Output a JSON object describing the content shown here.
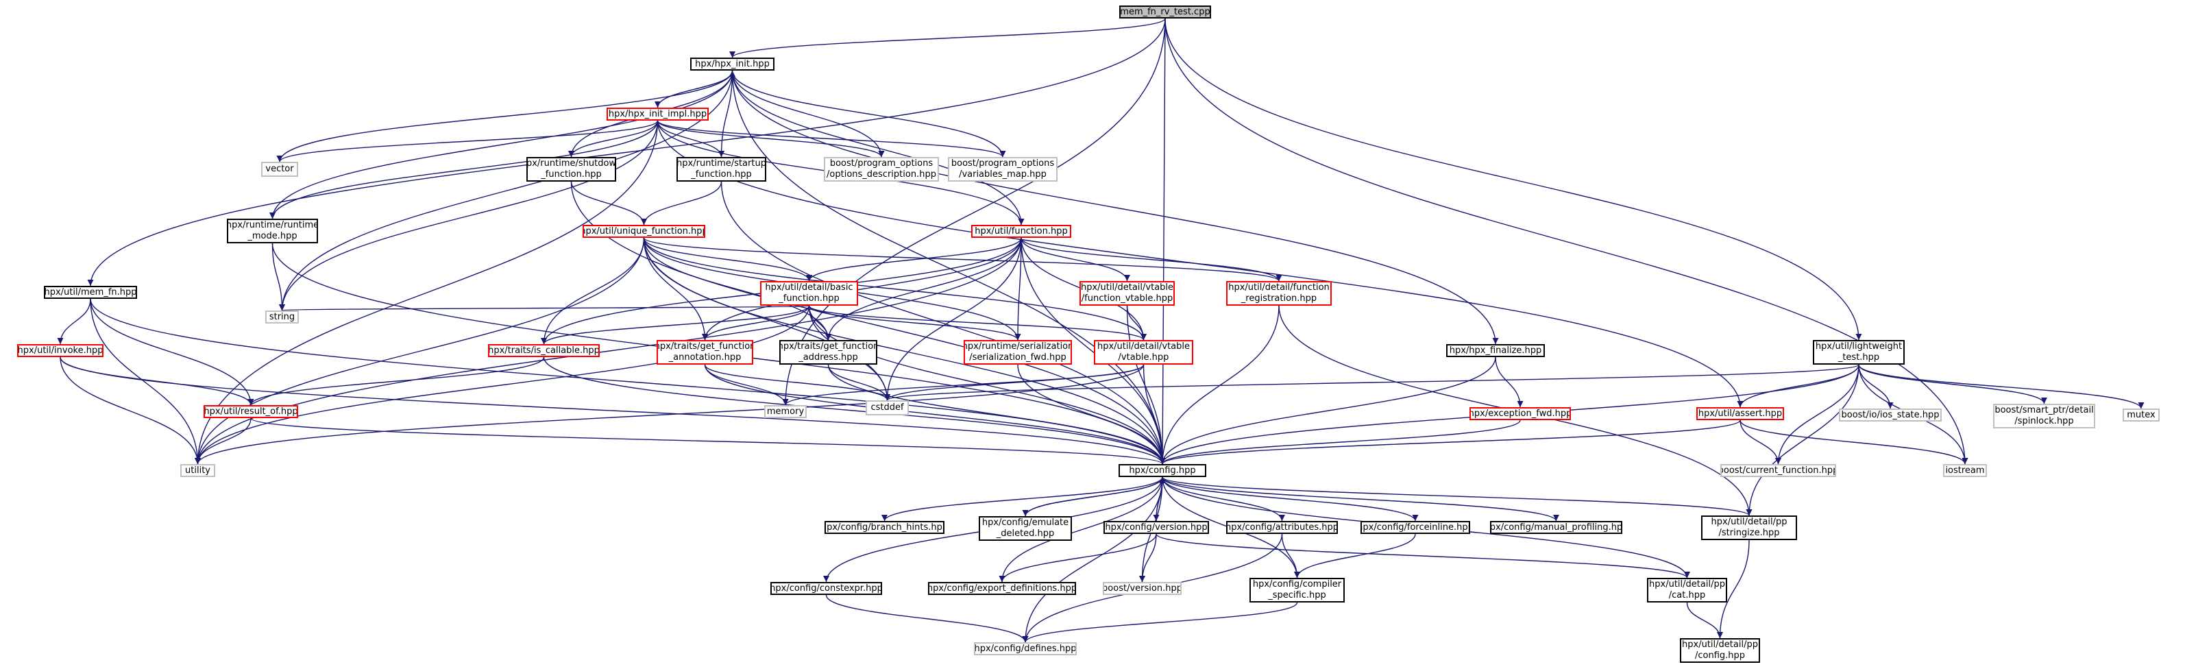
{
  "colors": {
    "edge": "#191970",
    "sys_edge": "#191970",
    "red_border": "#ff0000",
    "gray_border": "#bfbfbf",
    "root_fill": "#bfbfbf"
  },
  "nodes": [
    {
      "id": "root",
      "label": "mem_fn_rv_test.cpp",
      "style": "root"
    },
    {
      "id": "hpx_init",
      "label": "hpx/hpx_init.hpp",
      "style": "black"
    },
    {
      "id": "hpx_init_impl",
      "label": "hpx/hpx_init_impl.hpp",
      "style": "red"
    },
    {
      "id": "vector",
      "label": "vector",
      "style": "gray"
    },
    {
      "id": "shutdown",
      "label": "hpx/runtime/shutdown\n_function.hpp",
      "style": "black"
    },
    {
      "id": "startup",
      "label": "hpx/runtime/startup\n_function.hpp",
      "style": "black"
    },
    {
      "id": "po_desc",
      "label": "boost/program_options\n/options_description.hpp",
      "style": "gray"
    },
    {
      "id": "po_var",
      "label": "boost/program_options\n/variables_map.hpp",
      "style": "gray"
    },
    {
      "id": "runtime_mode",
      "label": "hpx/runtime/runtime\n_mode.hpp",
      "style": "black"
    },
    {
      "id": "unique_function",
      "label": "hpx/util/unique_function.hpp",
      "style": "red"
    },
    {
      "id": "function",
      "label": "hpx/util/function.hpp",
      "style": "red"
    },
    {
      "id": "mem_fn",
      "label": "hpx/util/mem_fn.hpp",
      "style": "black"
    },
    {
      "id": "invoke",
      "label": "hpx/util/invoke.hpp",
      "style": "red"
    },
    {
      "id": "result_of",
      "label": "hpx/util/result_of.hpp",
      "style": "red"
    },
    {
      "id": "basic_function",
      "label": "hpx/util/detail/basic\n_function.hpp",
      "style": "red"
    },
    {
      "id": "function_vtable",
      "label": "hpx/util/detail/vtable\n/function_vtable.hpp",
      "style": "red"
    },
    {
      "id": "function_registration",
      "label": "hpx/util/detail/function\n_registration.hpp",
      "style": "red"
    },
    {
      "id": "string",
      "label": "string",
      "style": "gray"
    },
    {
      "id": "is_callable",
      "label": "hpx/traits/is_callable.hpp",
      "style": "red"
    },
    {
      "id": "get_function_annotation",
      "label": "hpx/traits/get_function\n_annotation.hpp",
      "style": "red"
    },
    {
      "id": "get_function_address",
      "label": "hpx/traits/get_function\n_address.hpp",
      "style": "black"
    },
    {
      "id": "serialization_fwd",
      "label": "hpx/runtime/serialization\n/serialization_fwd.hpp",
      "style": "red"
    },
    {
      "id": "vtable",
      "label": "hpx/util/detail/vtable\n/vtable.hpp",
      "style": "red"
    },
    {
      "id": "hpx_finalize",
      "label": "hpx/hpx_finalize.hpp",
      "style": "black"
    },
    {
      "id": "exception_fwd",
      "label": "hpx/exception_fwd.hpp",
      "style": "red"
    },
    {
      "id": "memory",
      "label": "memory",
      "style": "gray"
    },
    {
      "id": "cstddef",
      "label": "cstddef",
      "style": "gray"
    },
    {
      "id": "utility",
      "label": "utility",
      "style": "gray"
    },
    {
      "id": "config",
      "label": "hpx/config.hpp",
      "style": "black"
    },
    {
      "id": "lightweight_test",
      "label": "hpx/util/lightweight\n_test.hpp",
      "style": "black"
    },
    {
      "id": "assert",
      "label": "hpx/util/assert.hpp",
      "style": "red"
    },
    {
      "id": "ios_state",
      "label": "boost/io/ios_state.hpp",
      "style": "gray"
    },
    {
      "id": "spinlock",
      "label": "boost/smart_ptr/detail\n/spinlock.hpp",
      "style": "gray"
    },
    {
      "id": "mutex",
      "label": "mutex",
      "style": "gray"
    },
    {
      "id": "iostream",
      "label": "iostream",
      "style": "gray"
    },
    {
      "id": "current_function",
      "label": "boost/current_function.hpp",
      "style": "gray"
    },
    {
      "id": "branch_hints",
      "label": "hpx/config/branch_hints.hpp",
      "style": "black"
    },
    {
      "id": "emulate_deleted",
      "label": "hpx/config/emulate\n_deleted.hpp",
      "style": "black"
    },
    {
      "id": "version",
      "label": "hpx/config/version.hpp",
      "style": "black"
    },
    {
      "id": "attributes",
      "label": "hpx/config/attributes.hpp",
      "style": "black"
    },
    {
      "id": "forceinline",
      "label": "hpx/config/forceinline.hpp",
      "style": "black"
    },
    {
      "id": "manual_profiling",
      "label": "hpx/config/manual_profiling.hpp",
      "style": "black"
    },
    {
      "id": "stringize",
      "label": "hpx/util/detail/pp\n/stringize.hpp",
      "style": "black"
    },
    {
      "id": "constexpr",
      "label": "hpx/config/constexpr.hpp",
      "style": "black"
    },
    {
      "id": "export_definitions",
      "label": "hpx/config/export_definitions.hpp",
      "style": "black"
    },
    {
      "id": "boost_version",
      "label": "boost/version.hpp",
      "style": "gray"
    },
    {
      "id": "compiler_specific",
      "label": "hpx/config/compiler\n_specific.hpp",
      "style": "black"
    },
    {
      "id": "cat",
      "label": "hpx/util/detail/pp\n/cat.hpp",
      "style": "black"
    },
    {
      "id": "defines",
      "label": "hpx/config/defines.hpp",
      "style": "gray"
    },
    {
      "id": "pp_config",
      "label": "hpx/util/detail/pp\n/config.hpp",
      "style": "black"
    }
  ],
  "edges": [
    [
      "root",
      "hpx_init"
    ],
    [
      "root",
      "mem_fn"
    ],
    [
      "root",
      "memory"
    ],
    [
      "root",
      "config"
    ],
    [
      "root",
      "lightweight_test"
    ],
    [
      "root",
      "iostream"
    ],
    [
      "hpx_init",
      "hpx_init_impl"
    ],
    [
      "hpx_init",
      "vector"
    ],
    [
      "hpx_init",
      "shutdown"
    ],
    [
      "hpx_init",
      "startup"
    ],
    [
      "hpx_init",
      "po_desc"
    ],
    [
      "hpx_init",
      "po_var"
    ],
    [
      "hpx_init",
      "runtime_mode"
    ],
    [
      "hpx_init",
      "function"
    ],
    [
      "hpx_init",
      "hpx_finalize"
    ],
    [
      "hpx_init",
      "string"
    ],
    [
      "hpx_init",
      "config"
    ],
    [
      "hpx_init_impl",
      "hpx_init"
    ],
    [
      "hpx_init_impl",
      "vector"
    ],
    [
      "hpx_init_impl",
      "shutdown"
    ],
    [
      "hpx_init_impl",
      "startup"
    ],
    [
      "hpx_init_impl",
      "po_desc"
    ],
    [
      "hpx_init_impl",
      "po_var"
    ],
    [
      "hpx_init_impl",
      "runtime_mode"
    ],
    [
      "hpx_init_impl",
      "function"
    ],
    [
      "hpx_init_impl",
      "assert"
    ],
    [
      "hpx_init_impl",
      "string"
    ],
    [
      "hpx_init_impl",
      "utility"
    ],
    [
      "shutdown",
      "unique_function"
    ],
    [
      "shutdown",
      "config"
    ],
    [
      "startup",
      "unique_function"
    ],
    [
      "startup",
      "config"
    ],
    [
      "runtime_mode",
      "string"
    ],
    [
      "runtime_mode",
      "config"
    ],
    [
      "unique_function",
      "basic_function"
    ],
    [
      "unique_function",
      "is_callable"
    ],
    [
      "unique_function",
      "get_function_annotation"
    ],
    [
      "unique_function",
      "get_function_address"
    ],
    [
      "unique_function",
      "serialization_fwd"
    ],
    [
      "unique_function",
      "vtable"
    ],
    [
      "unique_function",
      "function_registration"
    ],
    [
      "unique_function",
      "cstddef"
    ],
    [
      "unique_function",
      "utility"
    ],
    [
      "unique_function",
      "config"
    ],
    [
      "function",
      "basic_function"
    ],
    [
      "function",
      "function_vtable"
    ],
    [
      "function",
      "function_registration"
    ],
    [
      "function",
      "is_callable"
    ],
    [
      "function",
      "get_function_annotation"
    ],
    [
      "function",
      "get_function_address"
    ],
    [
      "function",
      "serialization_fwd"
    ],
    [
      "function",
      "vtable"
    ],
    [
      "function",
      "cstddef"
    ],
    [
      "function",
      "utility"
    ],
    [
      "function",
      "config"
    ],
    [
      "mem_fn",
      "invoke"
    ],
    [
      "mem_fn",
      "result_of"
    ],
    [
      "mem_fn",
      "utility"
    ],
    [
      "mem_fn",
      "config"
    ],
    [
      "invoke",
      "result_of"
    ],
    [
      "invoke",
      "utility"
    ],
    [
      "invoke",
      "config"
    ],
    [
      "result_of",
      "utility"
    ],
    [
      "result_of",
      "config"
    ],
    [
      "basic_function",
      "string"
    ],
    [
      "basic_function",
      "is_callable"
    ],
    [
      "basic_function",
      "get_function_annotation"
    ],
    [
      "basic_function",
      "get_function_address"
    ],
    [
      "basic_function",
      "serialization_fwd"
    ],
    [
      "basic_function",
      "vtable"
    ],
    [
      "basic_function",
      "cstddef"
    ],
    [
      "basic_function",
      "utility"
    ],
    [
      "basic_function",
      "config"
    ],
    [
      "function_vtable",
      "vtable"
    ],
    [
      "function_vtable",
      "config"
    ],
    [
      "function_registration",
      "config"
    ],
    [
      "function_registration",
      "stringize"
    ],
    [
      "is_callable",
      "result_of"
    ],
    [
      "is_callable",
      "config"
    ],
    [
      "get_function_annotation",
      "memory"
    ],
    [
      "get_function_annotation",
      "cstddef"
    ],
    [
      "get_function_annotation",
      "config"
    ],
    [
      "get_function_address",
      "cstddef"
    ],
    [
      "get_function_address",
      "config"
    ],
    [
      "serialization_fwd",
      "config"
    ],
    [
      "vtable",
      "memory"
    ],
    [
      "vtable",
      "cstddef"
    ],
    [
      "vtable",
      "utility"
    ],
    [
      "vtable",
      "config"
    ],
    [
      "hpx_finalize",
      "exception_fwd"
    ],
    [
      "hpx_finalize",
      "config"
    ],
    [
      "exception_fwd",
      "config"
    ],
    [
      "lightweight_test",
      "assert"
    ],
    [
      "lightweight_test",
      "ios_state"
    ],
    [
      "lightweight_test",
      "spinlock"
    ],
    [
      "lightweight_test",
      "mutex"
    ],
    [
      "lightweight_test",
      "iostream"
    ],
    [
      "lightweight_test",
      "current_function"
    ],
    [
      "lightweight_test",
      "stringize"
    ],
    [
      "lightweight_test",
      "cstddef"
    ],
    [
      "lightweight_test",
      "config"
    ],
    [
      "assert",
      "current_function"
    ],
    [
      "assert",
      "iostream"
    ],
    [
      "assert",
      "config"
    ],
    [
      "config",
      "branch_hints"
    ],
    [
      "config",
      "emulate_deleted"
    ],
    [
      "config",
      "version"
    ],
    [
      "config",
      "attributes"
    ],
    [
      "config",
      "forceinline"
    ],
    [
      "config",
      "manual_profiling"
    ],
    [
      "config",
      "stringize"
    ],
    [
      "config",
      "constexpr"
    ],
    [
      "config",
      "export_definitions"
    ],
    [
      "config",
      "boost_version"
    ],
    [
      "config",
      "compiler_specific"
    ],
    [
      "config",
      "cat"
    ],
    [
      "config",
      "defines"
    ],
    [
      "emulate_deleted",
      "config"
    ],
    [
      "version",
      "config"
    ],
    [
      "version",
      "export_definitions"
    ],
    [
      "version",
      "boost_version"
    ],
    [
      "version",
      "cat"
    ],
    [
      "attributes",
      "compiler_specific"
    ],
    [
      "attributes",
      "defines"
    ],
    [
      "forceinline",
      "compiler_specific"
    ],
    [
      "constexpr",
      "defines"
    ],
    [
      "compiler_specific",
      "defines"
    ],
    [
      "stringize",
      "pp_config"
    ],
    [
      "cat",
      "pp_config"
    ]
  ]
}
